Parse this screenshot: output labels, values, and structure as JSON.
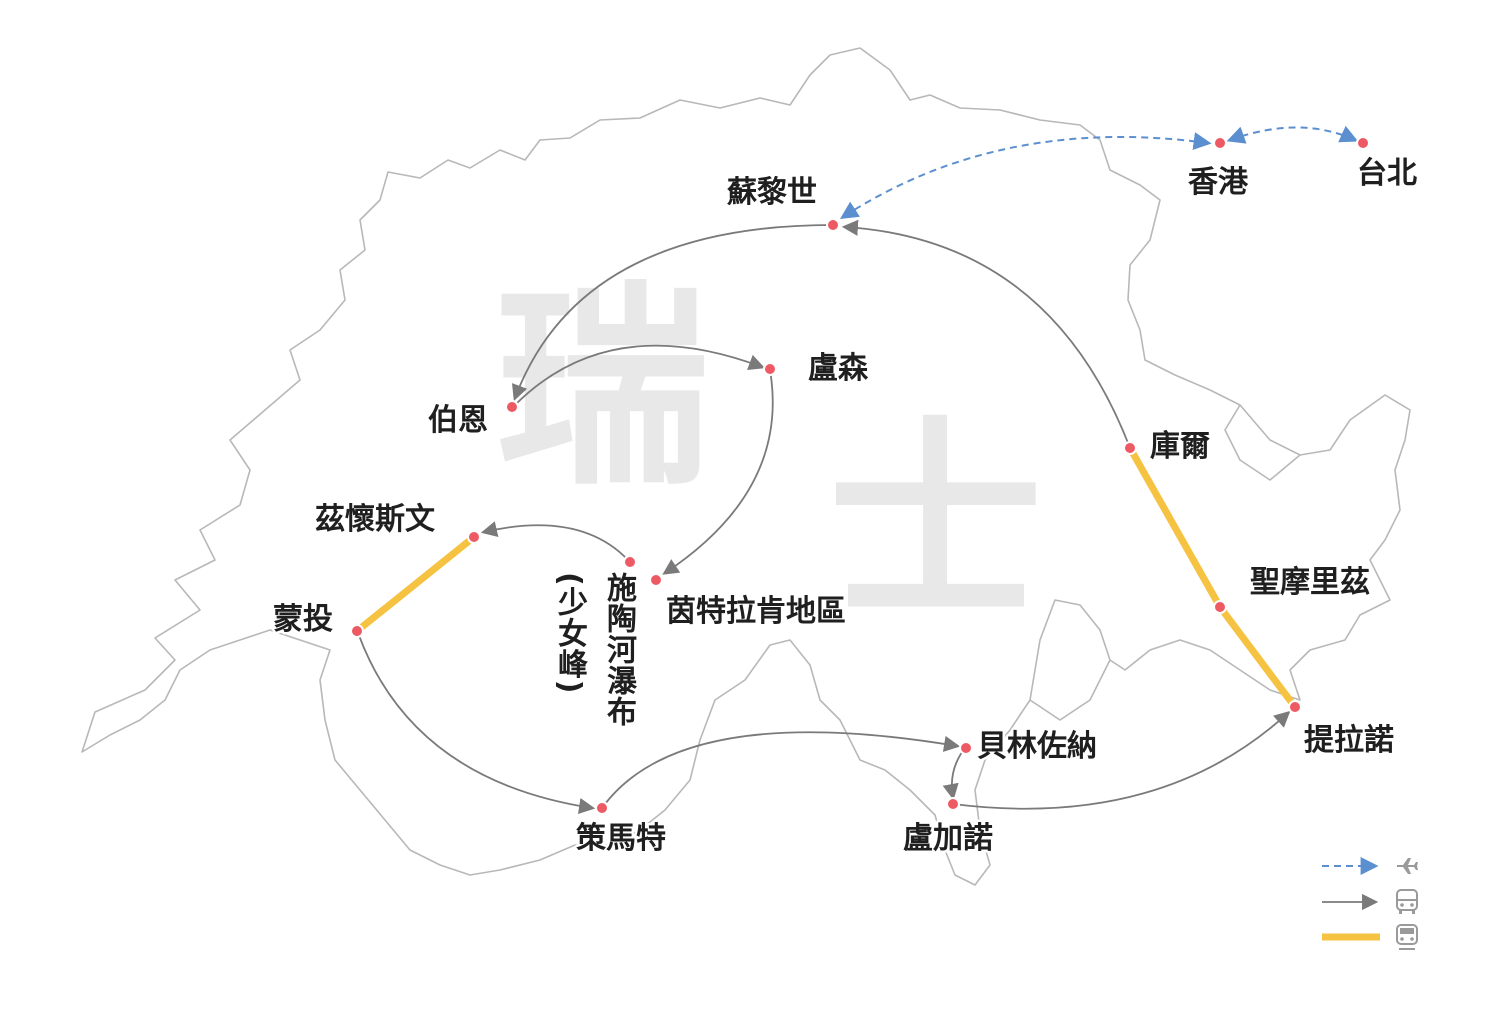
{
  "map": {
    "watermark_chars": [
      "瑞",
      "士"
    ],
    "colors": {
      "flight": "#5b8fcf",
      "bus": "#7a7a7a",
      "train": "#f5c242",
      "city_dot": "#ee5a63",
      "outline": "#b8b8b8"
    },
    "cities": {
      "zurich": "蘇黎世",
      "hongkong": "香港",
      "taipei": "台北",
      "lucerne": "盧森",
      "bern": "伯恩",
      "chur": "庫爾",
      "zweisimmen": "茲懷斯文",
      "staubbach": "施陶河瀑布",
      "jungfrau": "(少女峰)",
      "interlaken": "茵特拉肯地區",
      "stmoritz": "聖摩里茲",
      "montreux": "蒙投",
      "tirano": "提拉諾",
      "bellinzona": "貝林佐納",
      "zermatt": "策馬特",
      "lugano": "盧加諾"
    }
  },
  "legend": [
    {
      "mode": "flight",
      "icon": "plane-icon"
    },
    {
      "mode": "bus",
      "icon": "bus-icon"
    },
    {
      "mode": "train",
      "icon": "train-icon"
    }
  ]
}
